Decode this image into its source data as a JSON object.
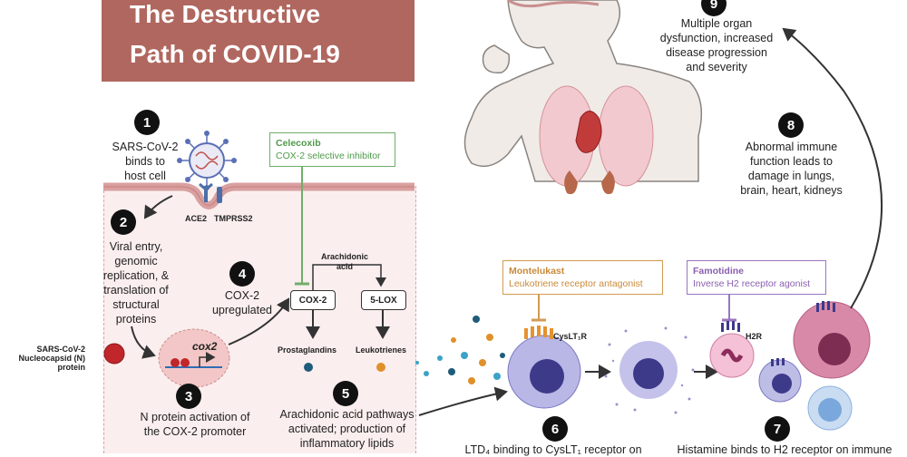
{
  "title": {
    "line1": "The Destructive",
    "line2": "Path of COVID-19"
  },
  "steps": [
    {
      "num": "1",
      "text": [
        "SARS-CoV-2",
        "binds to",
        "host cell"
      ]
    },
    {
      "num": "2",
      "text": [
        "Viral entry,",
        "genomic",
        "replication, &",
        "translation of",
        "structural",
        "proteins"
      ]
    },
    {
      "num": "3",
      "text": [
        "N protein activation of",
        "the COX-2 promoter"
      ]
    },
    {
      "num": "4",
      "text": [
        "COX-2",
        "upregulated"
      ]
    },
    {
      "num": "5",
      "text": [
        "Arachidonic acid pathways",
        "activated; production of",
        "inflammatory lipids"
      ]
    },
    {
      "num": "6",
      "text": [
        "LTD₄ binding to CysLT₁ receptor on"
      ]
    },
    {
      "num": "7",
      "text": [
        "Histamine binds to H2 receptor on immune"
      ]
    },
    {
      "num": "8",
      "text": [
        "Abnormal immune",
        "function leads to",
        "damage in lungs,",
        "brain, heart, kidneys"
      ]
    },
    {
      "num": "9",
      "text": [
        "Multiple organ",
        "dysfunction, increased",
        "disease progression",
        "and severity"
      ]
    }
  ],
  "labels": {
    "ace2": "ACE2",
    "tmprss2": "TMPRSS2",
    "n_protein": [
      "SARS-CoV-2",
      "Nucleocapsid (N)",
      "protein"
    ],
    "cox2_gene": "cox2",
    "arachidonic": [
      "Arachidonic",
      "acid"
    ],
    "cox2_enzyme": "COX-2",
    "lox5": "5-LOX",
    "prostaglandins": "Prostaglandins",
    "leukotrienes": "Leukotrienes",
    "cyslt1r": "CysLT₁R",
    "h2r": "H2R"
  },
  "drugs": {
    "celecoxib": {
      "name": "Celecoxib",
      "desc": "COX-2 selective inhibitor",
      "color": "#4f9a4a"
    },
    "montelukast": {
      "name": "Montelukast",
      "desc": "Leukotriene receptor antagonist",
      "color": "#c98a3a"
    },
    "famotidine": {
      "name": "Famotidine",
      "desc": "Inverse H2 receptor agonist",
      "color": "#8a5fb0"
    }
  },
  "colors": {
    "title_bg": "#b0675f",
    "cell_bg": "#fbeeee",
    "badge": "#111111",
    "inhibit_green": "#6fae6a",
    "inhibit_orange": "#d39a52",
    "inhibit_purple": "#9b74bf"
  }
}
